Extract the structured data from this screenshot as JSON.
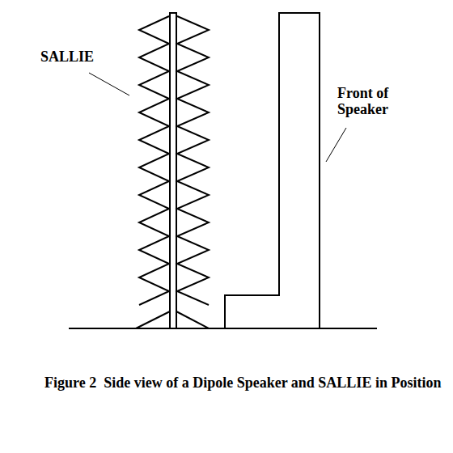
{
  "diagram": {
    "caption": "Figure 2  Side view of a Dipole Speaker and SALLIE in Position",
    "labels": [
      "SALLIE",
      "Front of Speaker"
    ]
  }
}
